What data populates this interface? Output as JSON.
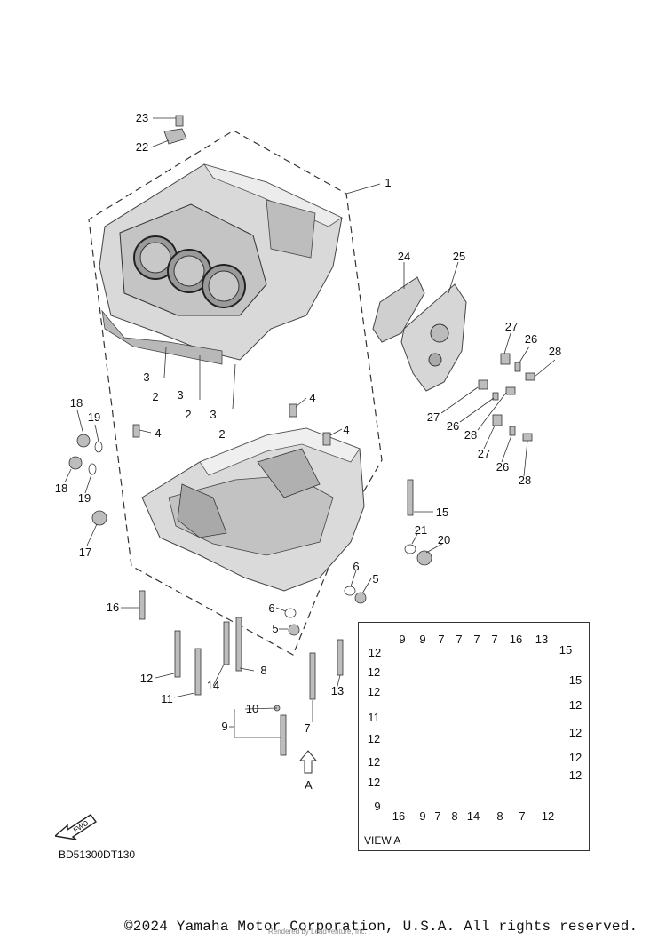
{
  "diagram": {
    "code": "BD51300DT130",
    "view_label": "VIEW A",
    "arrow_label": "A",
    "fwd_label": "FWD",
    "copyright": "©2024 Yamaha Motor Corporation, U.S.A. All rights reserved.",
    "render_credit": "Rendered by LeadVenture, Inc."
  },
  "main_callouts": [
    "23",
    "22",
    "1",
    "24",
    "25",
    "27",
    "26",
    "28",
    "3",
    "2",
    "3",
    "2",
    "3",
    "2",
    "4",
    "4",
    "4",
    "27",
    "26",
    "28",
    "27",
    "26",
    "28",
    "18",
    "19",
    "18",
    "19",
    "17",
    "15",
    "21",
    "20",
    "16",
    "6",
    "5",
    "6",
    "5",
    "12",
    "11",
    "14",
    "8",
    "13",
    "10",
    "9",
    "7"
  ],
  "view_callouts": [
    "12",
    "9",
    "9",
    "7",
    "7",
    "7",
    "7",
    "16",
    "13",
    "12",
    "15",
    "12",
    "15",
    "12",
    "12",
    "11",
    "12",
    "12",
    "12",
    "12",
    "12",
    "12",
    "9",
    "16",
    "9",
    "7",
    "8",
    "14",
    "8",
    "7",
    "12"
  ],
  "icons": {
    "fwd": "fwd-arrow-icon",
    "view_arrow": "view-direction-arrow-icon"
  }
}
